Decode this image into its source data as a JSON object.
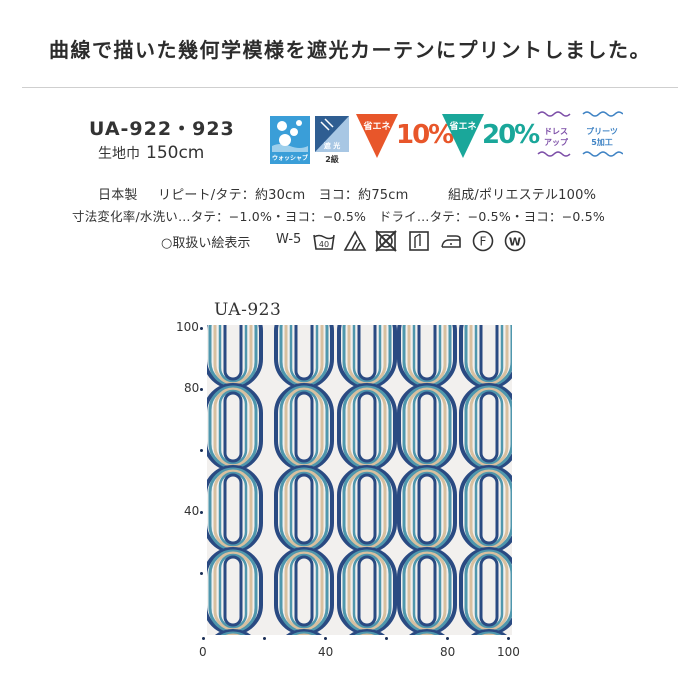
{
  "headline": "曲線で描いた幾何学模様を遮光カーテンにプリントしました。",
  "product": {
    "model": "UA-922・923",
    "width_label": "生地巾",
    "width_value": "150cm"
  },
  "badges": {
    "washable": "ウォッシャブル",
    "blackout_top": "遮 光",
    "blackout_grade": "2級",
    "energy_label": "省エネ",
    "energy1_value": "10%",
    "energy2_value": "20%",
    "dress_up_line1": "ドレス",
    "dress_up_line2": "アップ",
    "pleats_line1": "プリーツ",
    "pleats_line2": "5加工"
  },
  "specs": {
    "origin": "日本製",
    "repeat": "リピート/タテ：約30cm　ヨコ：約75cm",
    "composition": "組成/ポリエステル100%",
    "dimension_change": "寸法変化率/水洗い…タテ：−1.0%・ヨコ：−0.5%　ドライ…タテ：−0.5%・ヨコ：−0.5%"
  },
  "care": {
    "label": "○取扱い絵表示",
    "code": "W-5",
    "wash_temp": "40",
    "icons": [
      "wash-40-icon",
      "bleach-icon",
      "no-tumble-dry-icon",
      "line-dry-icon",
      "iron-low-icon",
      "dry-clean-f-icon",
      "wet-clean-w-icon"
    ],
    "dry_clean_letter": "F",
    "wet_clean_letter": "W"
  },
  "fabric": {
    "name": "UA-923",
    "colors": {
      "background": "#f2f0ee",
      "navy": "#2a4a82",
      "teal": "#4f97ad",
      "beige": "#d8c0a0"
    },
    "y_labels": [
      "100",
      "80",
      "40"
    ],
    "x_labels": [
      "0",
      "40",
      "80",
      "100"
    ]
  },
  "accent_colors": {
    "washable_blue": "#3a9ed8",
    "blackout_navy": "#2f5e92",
    "energy_orange": "#e8562a",
    "energy_teal": "#1aa79a",
    "dress_purple": "#7d4fa8",
    "pleats_blue": "#3f83c4"
  }
}
